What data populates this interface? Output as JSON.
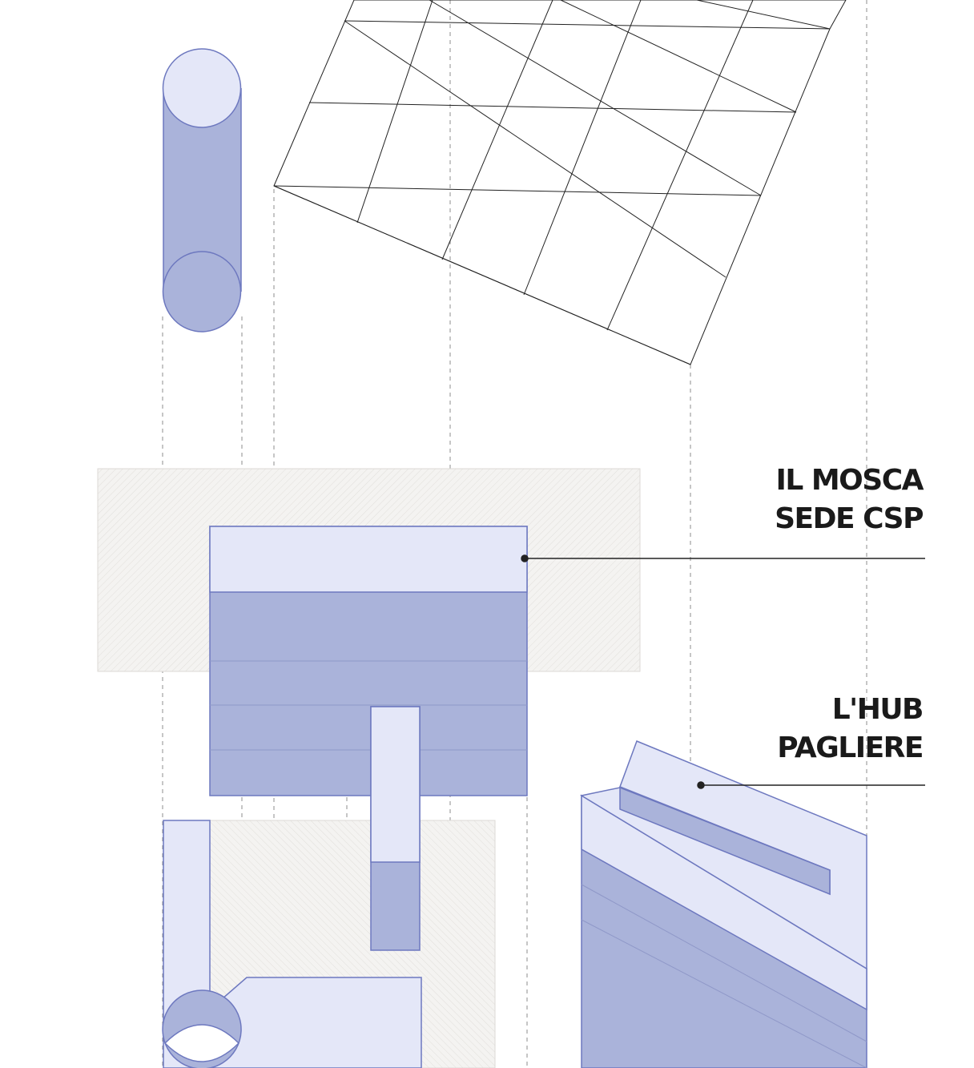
{
  "labels": [
    {
      "id": "mosca",
      "lines": [
        "IL MOSCA",
        "SEDE CSP"
      ]
    },
    {
      "id": "hub",
      "lines": [
        "L'HUB",
        "PAGLIERE"
      ]
    }
  ],
  "colors": {
    "volume_fill": "#aab3da",
    "volume_light": "#e4e7f8",
    "volume_edge": "#6d78bf",
    "site_fill": "#f3f2f0",
    "line": "#222222",
    "guide": "#8c8c8c"
  }
}
